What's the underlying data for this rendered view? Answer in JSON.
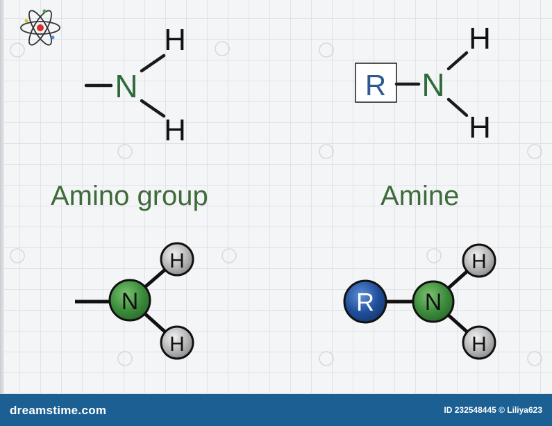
{
  "diagram": {
    "amino_group": {
      "title": "Amino group",
      "nitrogen": "N",
      "hydrogen_top": "H",
      "hydrogen_bottom": "H"
    },
    "amine": {
      "title": "Amine",
      "r_group": "R",
      "nitrogen": "N",
      "hydrogen_top": "H",
      "hydrogen_bottom": "H"
    },
    "ball_amino_group": {
      "nitrogen": "N",
      "hydrogen_top": "H",
      "hydrogen_bottom": "H"
    },
    "ball_amine": {
      "r_group": "R",
      "nitrogen": "N",
      "hydrogen_top": "H",
      "hydrogen_bottom": "H"
    },
    "colors": {
      "label_green": "#3f6b3a",
      "nitrogen_text": "#2f6a3a",
      "r_text": "#2d5a92",
      "nitrogen_atom": "#3c8c3c",
      "hydrogen_atom": "#b5b5b5",
      "r_atom": "#1f4f9a",
      "footer": "#1b5f93"
    }
  },
  "footer": {
    "brand": "dreamstime.com",
    "id_text": "ID 232548445 © Liliya623"
  }
}
